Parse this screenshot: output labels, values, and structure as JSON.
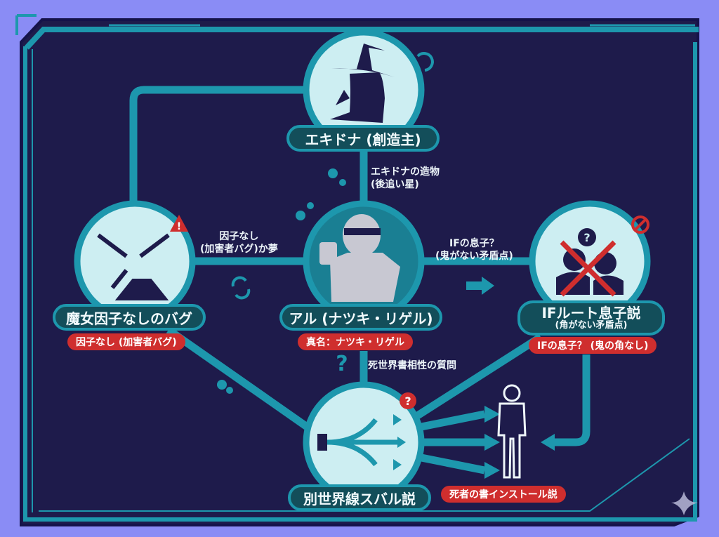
{
  "colors": {
    "page_bg": "#8a8cf5",
    "panel_bg": "#1e1b4b",
    "line": "#1d97ad",
    "node_fill": "#cdeef2",
    "pill_teal": "#134e5a",
    "pill_red": "#cf2e2e",
    "text": "#f2fbfd"
  },
  "nodes": {
    "echidna": {
      "title": "エキドナ (創造主)",
      "icon": "witch-silhouette-icon"
    },
    "al": {
      "title": "アル (ナツキ・リゲル)",
      "tag": "真名：ナツキ・リゲル",
      "icon": "armored-knight-icon"
    },
    "bug": {
      "title": "魔女因子なしのバグ",
      "tag": "因子なし (加害者バグ)",
      "icon": "broken-chains-icon"
    },
    "ifroute": {
      "title": "IFルート息子説",
      "subtitle": "(角がない矛盾点)",
      "tag": "IFの息子？ (鬼の角なし)",
      "icon": "crossed-out-people-icon"
    },
    "worldline": {
      "title": "別世界線スバル説",
      "icon": "branching-arrows-icon"
    },
    "subaru": {
      "tag": "死者の書インストール説",
      "icon": "standing-person-icon"
    }
  },
  "edge_labels": {
    "echidna_al": {
      "line1": "エキドナの造物",
      "line2": "(後追い星)"
    },
    "bug_al": {
      "line1": "因子なし",
      "line2": "(加害者バグ)か夢"
    },
    "al_ifroute": {
      "line1": "IFの息子？",
      "line2": "(鬼がない矛盾点)"
    },
    "al_worldline": {
      "line1": "死世界書相性の質問"
    }
  },
  "decor_icons": [
    "warning-triangle-icon",
    "prohibited-icon",
    "question-red-icon",
    "question-teal-icon",
    "refresh-cycle-icon",
    "gear-icon",
    "arrow-right-icon",
    "sparkle-icon",
    "swirl-castle-icon"
  ]
}
